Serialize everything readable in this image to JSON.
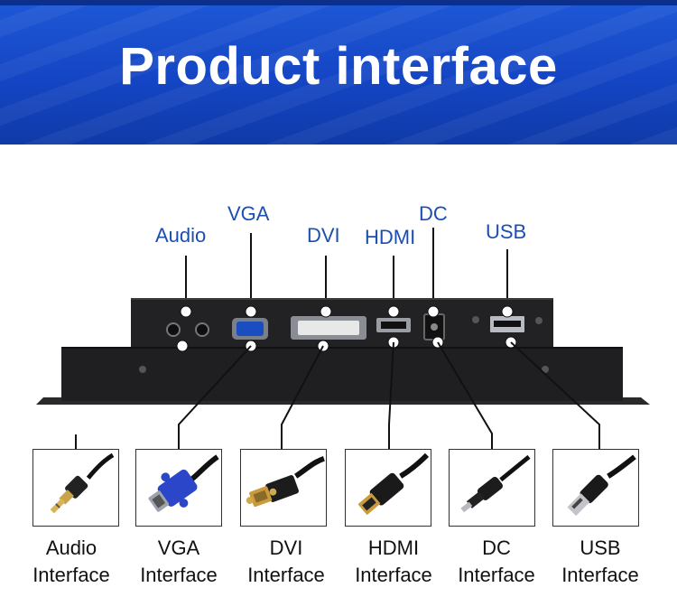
{
  "header": {
    "title": "Product interface",
    "background": "#1549c8"
  },
  "ports": {
    "audio": "Audio",
    "vga": "VGA",
    "dvi": "DVI",
    "hdmi": "HDMI",
    "dc": "DC",
    "usb": "USB"
  },
  "cards": [
    {
      "icon": "audio-jack-icon",
      "line1": "Audio",
      "line2": "Interface"
    },
    {
      "icon": "vga-cable-icon",
      "line1": "VGA",
      "line2": "Interface"
    },
    {
      "icon": "dvi-cable-icon",
      "line1": "DVI",
      "line2": "Interface"
    },
    {
      "icon": "hdmi-cable-icon",
      "line1": "HDMI",
      "line2": "Interface"
    },
    {
      "icon": "dc-plug-icon",
      "line1": "DC",
      "line2": "Interface"
    },
    {
      "icon": "usb-cable-icon",
      "line1": "USB",
      "line2": "Interface"
    }
  ]
}
